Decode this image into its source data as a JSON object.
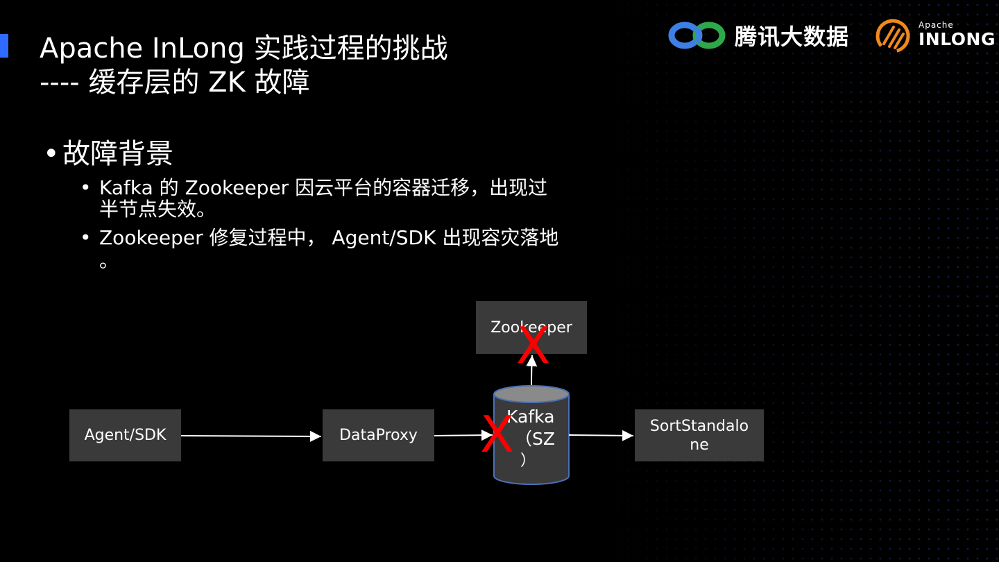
{
  "slide": {
    "title_line1": "Apache InLong 实践过程的挑战",
    "title_line2": "---- 缓存层的 ZK 故障"
  },
  "logos": {
    "tencent_text": "腾讯大数据",
    "inlong_small": "Apache",
    "inlong_big": "INLONG"
  },
  "content": {
    "heading": "故障背景",
    "bullet_char": "•",
    "items": [
      {
        "line1": "Kafka 的 Zookeeper 因云平台的容器迁移，出现过",
        "line2": "半节点失效。"
      },
      {
        "line1": "Zookeeper 修复过程中， Agent/SDK 出现容灾落地",
        "line2": "。"
      }
    ]
  },
  "diagram": {
    "agent": "Agent/SDK",
    "proxy": "DataProxy",
    "zookeeper": "Zookeeper",
    "kafka_line1": "Kafka",
    "kafka_line2": "（SZ",
    "kafka_line3": "）",
    "sort_line1": "SortStandalo",
    "sort_line2": "ne",
    "failure_mark": "X"
  },
  "colors": {
    "accent": "#2f6bff",
    "failure": "#ff0000",
    "box_fill": "#3a3a3a",
    "cylinder_fill": "#3a3a3a",
    "cylinder_border": "#4a6fb5"
  }
}
